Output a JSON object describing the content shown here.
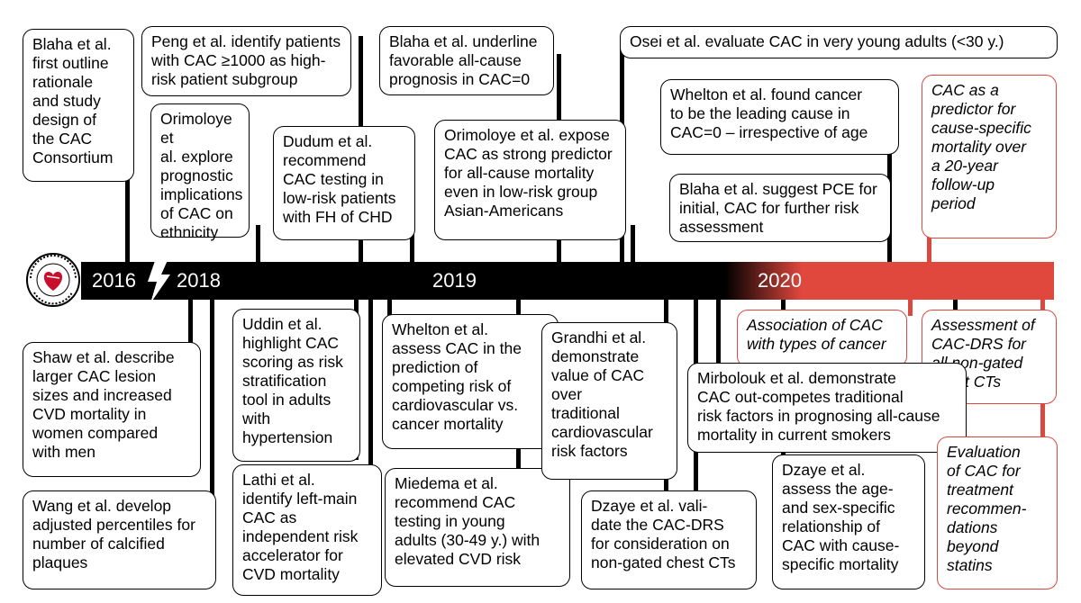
{
  "logo": {
    "name": "coronary-artery-calcium-consortium-logo",
    "text": "CORONARY ARTERY CALCIUM CONSORTIUM",
    "colors": {
      "heart": "#c8102e",
      "ring": "#000000"
    }
  },
  "timeline": {
    "years": [
      "2016",
      "2018",
      "2019",
      "2020"
    ],
    "colors": {
      "bar": "#000000",
      "bar_2020": "#e0473d",
      "highlight_border": "#d9493f"
    }
  },
  "events_top": [
    {
      "id": "blaha-2016",
      "text": "Blaha et al.\nfirst outline\nrationale\nand study\ndesign of\nthe CAC\nConsortium"
    },
    {
      "id": "peng",
      "text": "Peng et al. identify patients\nwith CAC ≥1000 as high-\nrisk patient subgroup"
    },
    {
      "id": "orimoloye-ethnicity",
      "text": "Orimoloye et\nal. explore\nprognostic\nimplications\nof CAC on\nethnicity"
    },
    {
      "id": "dudum",
      "text": "Dudum et al.\nrecommend\nCAC testing in\nlow-risk patients\nwith FH of CHD"
    },
    {
      "id": "blaha-cac0",
      "text": "Blaha et al. underline\nfavorable all-cause\nprognosis in CAC=0"
    },
    {
      "id": "orimoloye-asian",
      "text": "Orimoloye et al. expose\nCAC as strong predictor\nfor all-cause mortality\neven in low-risk group\nAsian-Americans"
    },
    {
      "id": "osei",
      "text": "Osei et al. evaluate CAC in very young adults (<30 y.)"
    },
    {
      "id": "whelton-cancer",
      "text": "Whelton et al. found cancer\nto be the leading cause in\nCAC=0 – irrespective of age"
    },
    {
      "id": "blaha-pce",
      "text": "Blaha et al. suggest PCE for\ninitial, CAC for further risk\nassessment"
    },
    {
      "id": "future-cause-specific",
      "text": "CAC as a\npredictor for\ncause-specific\nmortality over\na 20-year\nfollow-up\nperiod"
    }
  ],
  "events_bottom": [
    {
      "id": "shaw",
      "text": "Shaw et al. describe\nlarger CAC lesion\nsizes and increased\nCVD mortality in\nwomen compared\nwith men"
    },
    {
      "id": "wang",
      "text": "Wang et al. develop\nadjusted percentiles for\nnumber of calcified\nplaques"
    },
    {
      "id": "uddin",
      "text": "Uddin et al.\nhighlight CAC\nscoring as risk\nstratification\ntool in adults\nwith\nhypertension"
    },
    {
      "id": "lathi",
      "text": "Lathi et al.\nidentify left-main\nCAC as\nindependent risk\naccelerator for\nCVD mortality"
    },
    {
      "id": "whelton-competing",
      "text": "Whelton et al.\nassess CAC in the\nprediction of\ncompeting risk of\ncardiovascular vs.\ncancer mortality"
    },
    {
      "id": "miedema",
      "text": "Miedema et al.\nrecommend CAC\ntesting in young\nadults (30-49 y.) with\nelevated CVD risk"
    },
    {
      "id": "grandhi",
      "text": "Grandhi et al.\ndemonstrate\nvalue of CAC\nover\ntraditional\ncardiovascular\nrisk factors"
    },
    {
      "id": "dzaye-drs",
      "text": "Dzaye et al. vali-\ndate the CAC-DRS\nfor consideration on\nnon-gated chest CTs"
    },
    {
      "id": "future-cancer-types",
      "text": "Association of CAC\nwith types of cancer"
    },
    {
      "id": "future-cac-drs",
      "text": "Assessment of\nCAC-DRS for\nall non-gated\nchest CTs"
    },
    {
      "id": "mirbolouk",
      "text": "Mirbolouk et al. demonstrate\nCAC out-competes traditional\nrisk factors in prognosing all-cause\nmortality in current smokers"
    },
    {
      "id": "dzaye-age-sex",
      "text": "Dzaye et al.\nassess the age-\nand sex-specific\nrelationship of\nCAC with cause-\nspecific mortality"
    },
    {
      "id": "future-statins",
      "text": "Evaluation\nof CAC for\ntreatment\nrecommen-\ndations\nbeyond\nstatins"
    }
  ]
}
